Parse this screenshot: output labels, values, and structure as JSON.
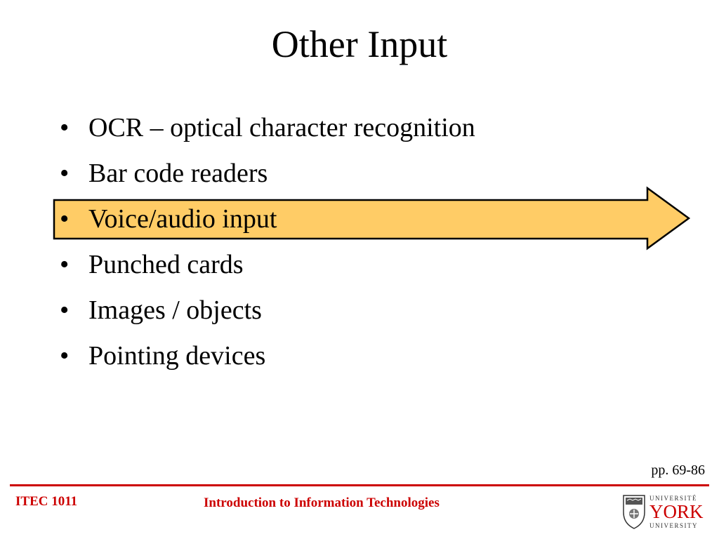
{
  "slide": {
    "title": "Other Input",
    "bullets": [
      "OCR – optical character recognition",
      "Bar code readers",
      "Voice/audio input",
      "Punched cards",
      "Images / objects",
      "Pointing devices"
    ],
    "bullet_char": "•",
    "highlighted_bullet": "Voice/audio input",
    "page_reference": "pp. 69-86"
  },
  "footer": {
    "course_code": "ITEC 1011",
    "course_name": "Introduction to Information Technologies",
    "logo": {
      "word_top": "UNIVERSITÉ",
      "word_main": "YORK",
      "word_bottom": "UNIVERSITY",
      "icon": "york-crest-icon"
    }
  },
  "colors": {
    "highlight_fill": "#ffcc66",
    "footer_accent": "#cc0000"
  }
}
